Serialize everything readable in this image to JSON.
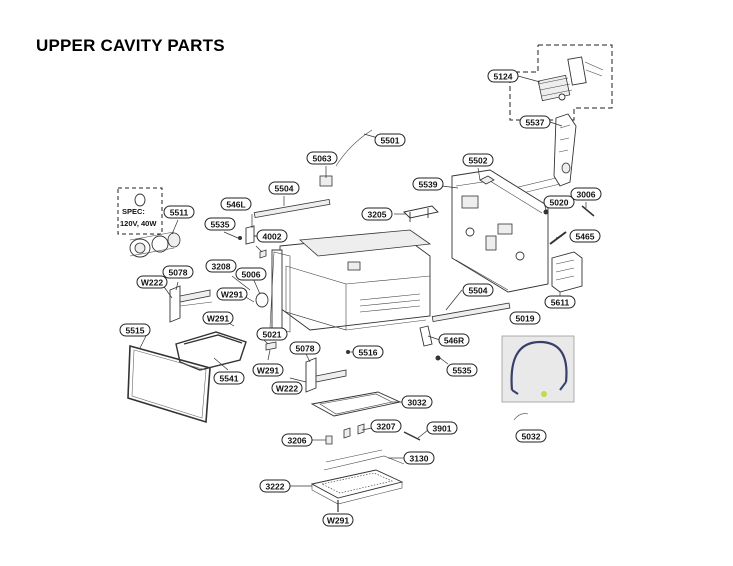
{
  "page": {
    "title": "UPPER CAVITY PARTS"
  },
  "spec_box": {
    "line1": "SPEC:",
    "line2": "120V, 40W"
  },
  "labels": [
    {
      "id": "5124",
      "text": "5124"
    },
    {
      "id": "5537",
      "text": "5537"
    },
    {
      "id": "5501",
      "text": "5501"
    },
    {
      "id": "5063",
      "text": "5063"
    },
    {
      "id": "5502",
      "text": "5502"
    },
    {
      "id": "5504a",
      "text": "5504"
    },
    {
      "id": "5539",
      "text": "5539"
    },
    {
      "id": "3006",
      "text": "3006"
    },
    {
      "id": "546L",
      "text": "546L"
    },
    {
      "id": "5511",
      "text": "5511"
    },
    {
      "id": "5535a",
      "text": "5535"
    },
    {
      "id": "3205",
      "text": "3205"
    },
    {
      "id": "5020",
      "text": "5020"
    },
    {
      "id": "4002",
      "text": "4002"
    },
    {
      "id": "5465",
      "text": "5465"
    },
    {
      "id": "3208",
      "text": "3208"
    },
    {
      "id": "5078a",
      "text": "5078"
    },
    {
      "id": "5006",
      "text": "5006"
    },
    {
      "id": "W222a",
      "text": "W222"
    },
    {
      "id": "W291a",
      "text": "W291"
    },
    {
      "id": "5504b",
      "text": "5504"
    },
    {
      "id": "5611",
      "text": "5611"
    },
    {
      "id": "W291b",
      "text": "W291"
    },
    {
      "id": "5019",
      "text": "5019"
    },
    {
      "id": "5515",
      "text": "5515"
    },
    {
      "id": "5021",
      "text": "5021"
    },
    {
      "id": "546R",
      "text": "546R"
    },
    {
      "id": "5078b",
      "text": "5078"
    },
    {
      "id": "5516",
      "text": "5516"
    },
    {
      "id": "W291c",
      "text": "W291"
    },
    {
      "id": "5541",
      "text": "5541"
    },
    {
      "id": "5535b",
      "text": "5535"
    },
    {
      "id": "W222b",
      "text": "W222"
    },
    {
      "id": "3032",
      "text": "3032"
    },
    {
      "id": "5032",
      "text": "5032"
    },
    {
      "id": "3207",
      "text": "3207"
    },
    {
      "id": "3901",
      "text": "3901"
    },
    {
      "id": "3206",
      "text": "3206"
    },
    {
      "id": "3130",
      "text": "3130"
    },
    {
      "id": "3222",
      "text": "3222"
    },
    {
      "id": "W291d",
      "text": "W291"
    }
  ]
}
